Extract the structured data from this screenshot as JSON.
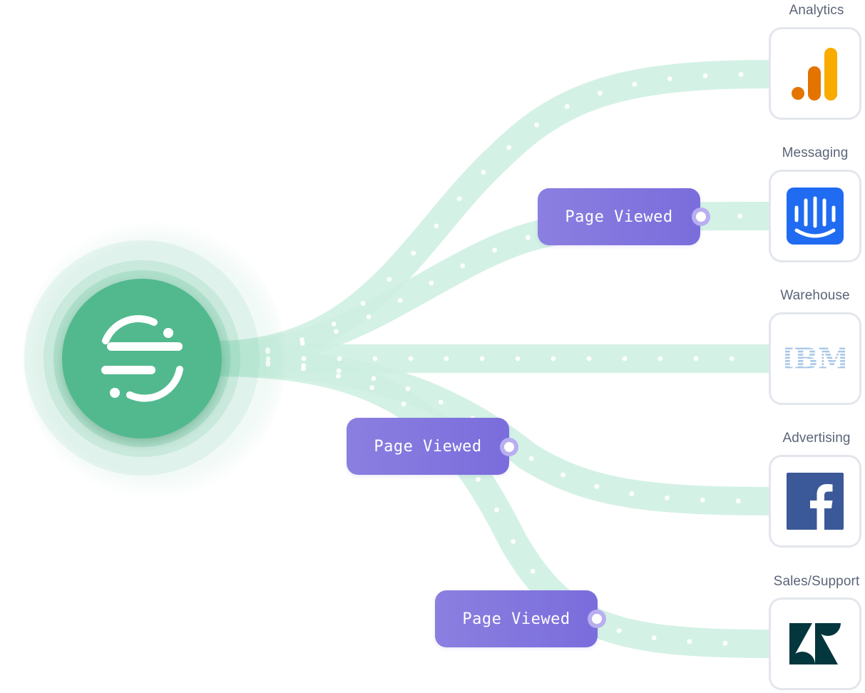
{
  "colors": {
    "flow": "#cdeee0",
    "flow_dot": "#ffffff",
    "hub": "#52b98f",
    "pill": "#7f72de",
    "card_border": "#e3e6ec",
    "label": "#5b6577"
  },
  "hub": {
    "icon": "segment-logo-icon"
  },
  "destinations": [
    {
      "label": "Analytics",
      "icon": "google-analytics-icon"
    },
    {
      "label": "Messaging",
      "icon": "intercom-icon"
    },
    {
      "label": "Warehouse",
      "icon": "ibm-icon"
    },
    {
      "label": "Advertising",
      "icon": "facebook-icon"
    },
    {
      "label": "Sales/Support",
      "icon": "zendesk-icon"
    }
  ],
  "events": [
    {
      "label": "Page Viewed"
    },
    {
      "label": "Page Viewed"
    },
    {
      "label": "Page Viewed"
    }
  ],
  "logos": {
    "ibm_text": "IBM"
  }
}
